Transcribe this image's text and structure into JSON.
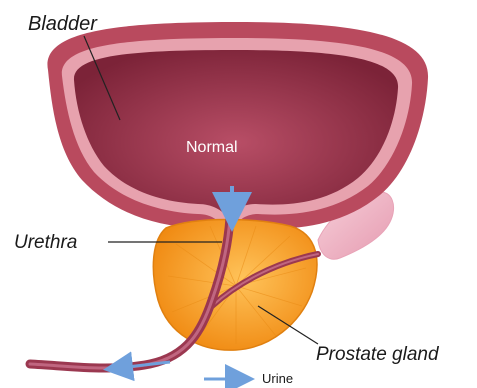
{
  "labels": {
    "bladder": "Bladder",
    "normal": "Normal",
    "urethra": "Urethra",
    "prostate": "Prostate gland",
    "legend_urine": "Urine"
  },
  "colors": {
    "bladder_outer": "#b94a5e",
    "bladder_rim": "#e7a2ae",
    "bladder_inner": "#8f2d43",
    "prostate": "#f39a1f",
    "prostate_light": "#ffc35a",
    "urethra": "#9b3850",
    "urine_arrow": "#6fa0dc",
    "gland_pink": "#f2b6c6"
  }
}
